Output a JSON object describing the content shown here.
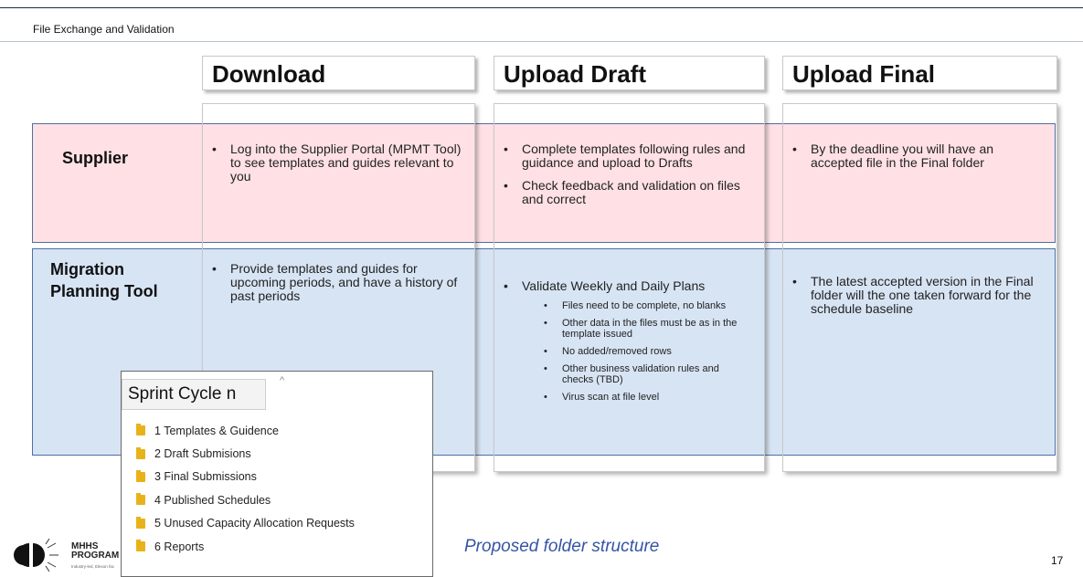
{
  "header": {
    "title": "File Exchange and Validation"
  },
  "columns": [
    {
      "title": "Download"
    },
    {
      "title": "Upload Draft"
    },
    {
      "title": "Upload Final"
    }
  ],
  "rows": {
    "supplier": {
      "label": "Supplier",
      "download": [
        "Log into the Supplier Portal (MPMT Tool) to see templates and guides relevant to you"
      ],
      "upload_draft": [
        "Complete templates following rules and guidance and upload to Drafts",
        "Check feedback and validation on files and correct"
      ],
      "upload_final": [
        "By the deadline you will have an accepted file in the Final folder"
      ]
    },
    "mpt": {
      "label_line1": "Migration",
      "label_line2": "Planning Tool",
      "download": [
        "Provide templates and guides for upcoming periods, and have a history of past periods"
      ],
      "upload_draft_main": "Validate Weekly and Daily Plans",
      "upload_draft_sub": [
        "Files need to be complete, no blanks",
        "Other data in the files must be as in the template issued",
        "No added/removed rows",
        "Other business validation rules and checks (TBD)",
        "Virus scan at file level"
      ],
      "upload_final": [
        "The latest accepted version in the Final folder will the one taken forward for the schedule baseline"
      ]
    }
  },
  "folder_popup": {
    "title": "Sprint Cycle n",
    "folders": [
      "1 Templates & Guidence",
      "2 Draft Submisions",
      "3 Final Submissions",
      "4 Published Schedules",
      "5 Unused Capacity Allocation Requests",
      "6 Reports"
    ],
    "icon": "folder-icon"
  },
  "caption": "Proposed folder structure",
  "page_number": "17",
  "logo": {
    "line1": "MHHS",
    "line2": "PROGRAM",
    "tagline": "Industry-led, Elexon fac"
  },
  "colors": {
    "supplier_band": "#ffc8cf",
    "mpt_band": "#c6d9f0",
    "band_border": "#4d6fa3",
    "caption": "#3554a5",
    "folder": "#e8b21a"
  }
}
